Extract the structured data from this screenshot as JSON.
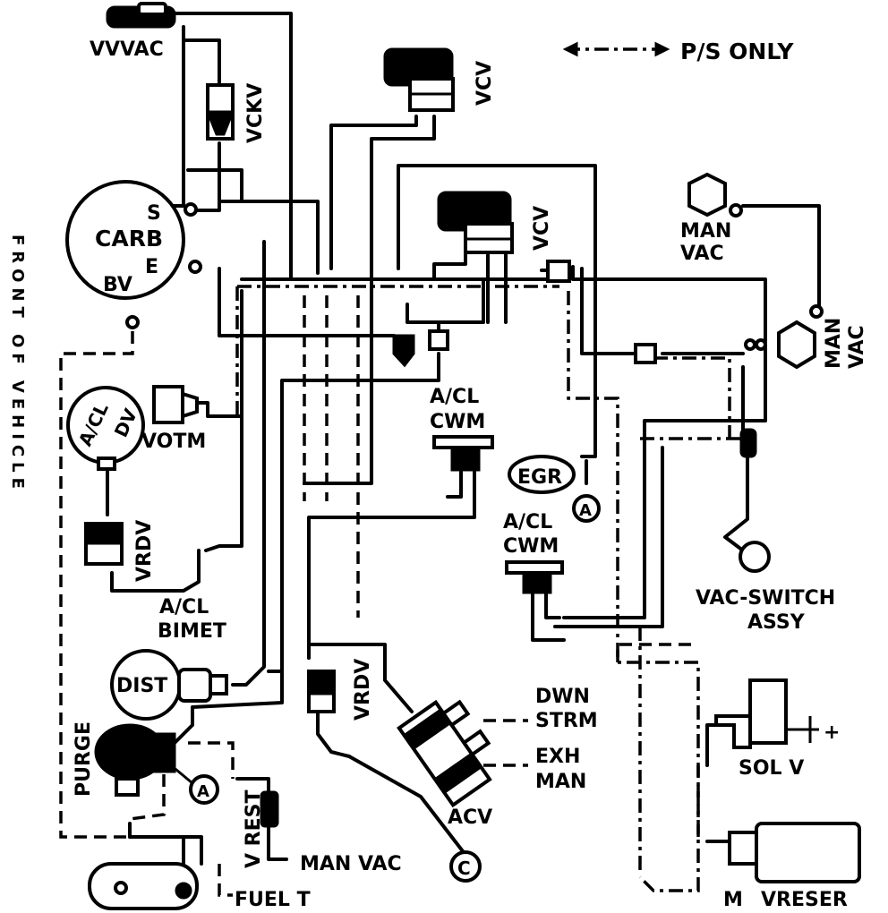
{
  "legend": {
    "ps_only": "P/S ONLY"
  },
  "side_label": "FRONT OF VEHICLE",
  "labels": {
    "vvvac": "VVVAC",
    "vckv": "VCKV",
    "vcv_top": "VCV",
    "vcv_mid": "VCV",
    "carb": "CARB",
    "carb_s": "S",
    "carb_e": "E",
    "carb_bv": "BV",
    "man_vac_top_1": "MAN",
    "man_vac_top_2": "VAC",
    "man_vac_right_1": "MAN",
    "man_vac_right_2": "VAC",
    "acl_dv_1": "A/CL",
    "acl_dv_2": "DV",
    "votm": "VOTM",
    "acl_cwm_top_1": "A/CL",
    "acl_cwm_top_2": "CWM",
    "egr": "EGR",
    "circle_a_egr": "A",
    "acl_cwm_mid_1": "A/CL",
    "acl_cwm_mid_2": "CWM",
    "vac_switch_1": "VAC-SWITCH",
    "vac_switch_2": "ASSY",
    "vrdv_left": "VRDV",
    "acl_bimet_1": "A/CL",
    "acl_bimet_2": "BIMET",
    "dist": "DIST",
    "vrdv_mid": "VRDV",
    "dwn_strm_1": "DWN",
    "dwn_strm_2": "STRM",
    "exh_man_1": "EXH",
    "exh_man_2": "MAN",
    "acv": "ACV",
    "circle_c": "C",
    "purge": "PURGE",
    "circle_a_purge": "A",
    "v_rest": "V REST",
    "man_vac_bottom": "MAN VAC",
    "fuel_t": "FUEL T",
    "sol_v": "SOL V",
    "plus": "+",
    "m": "M",
    "vreser": "VRESER"
  }
}
